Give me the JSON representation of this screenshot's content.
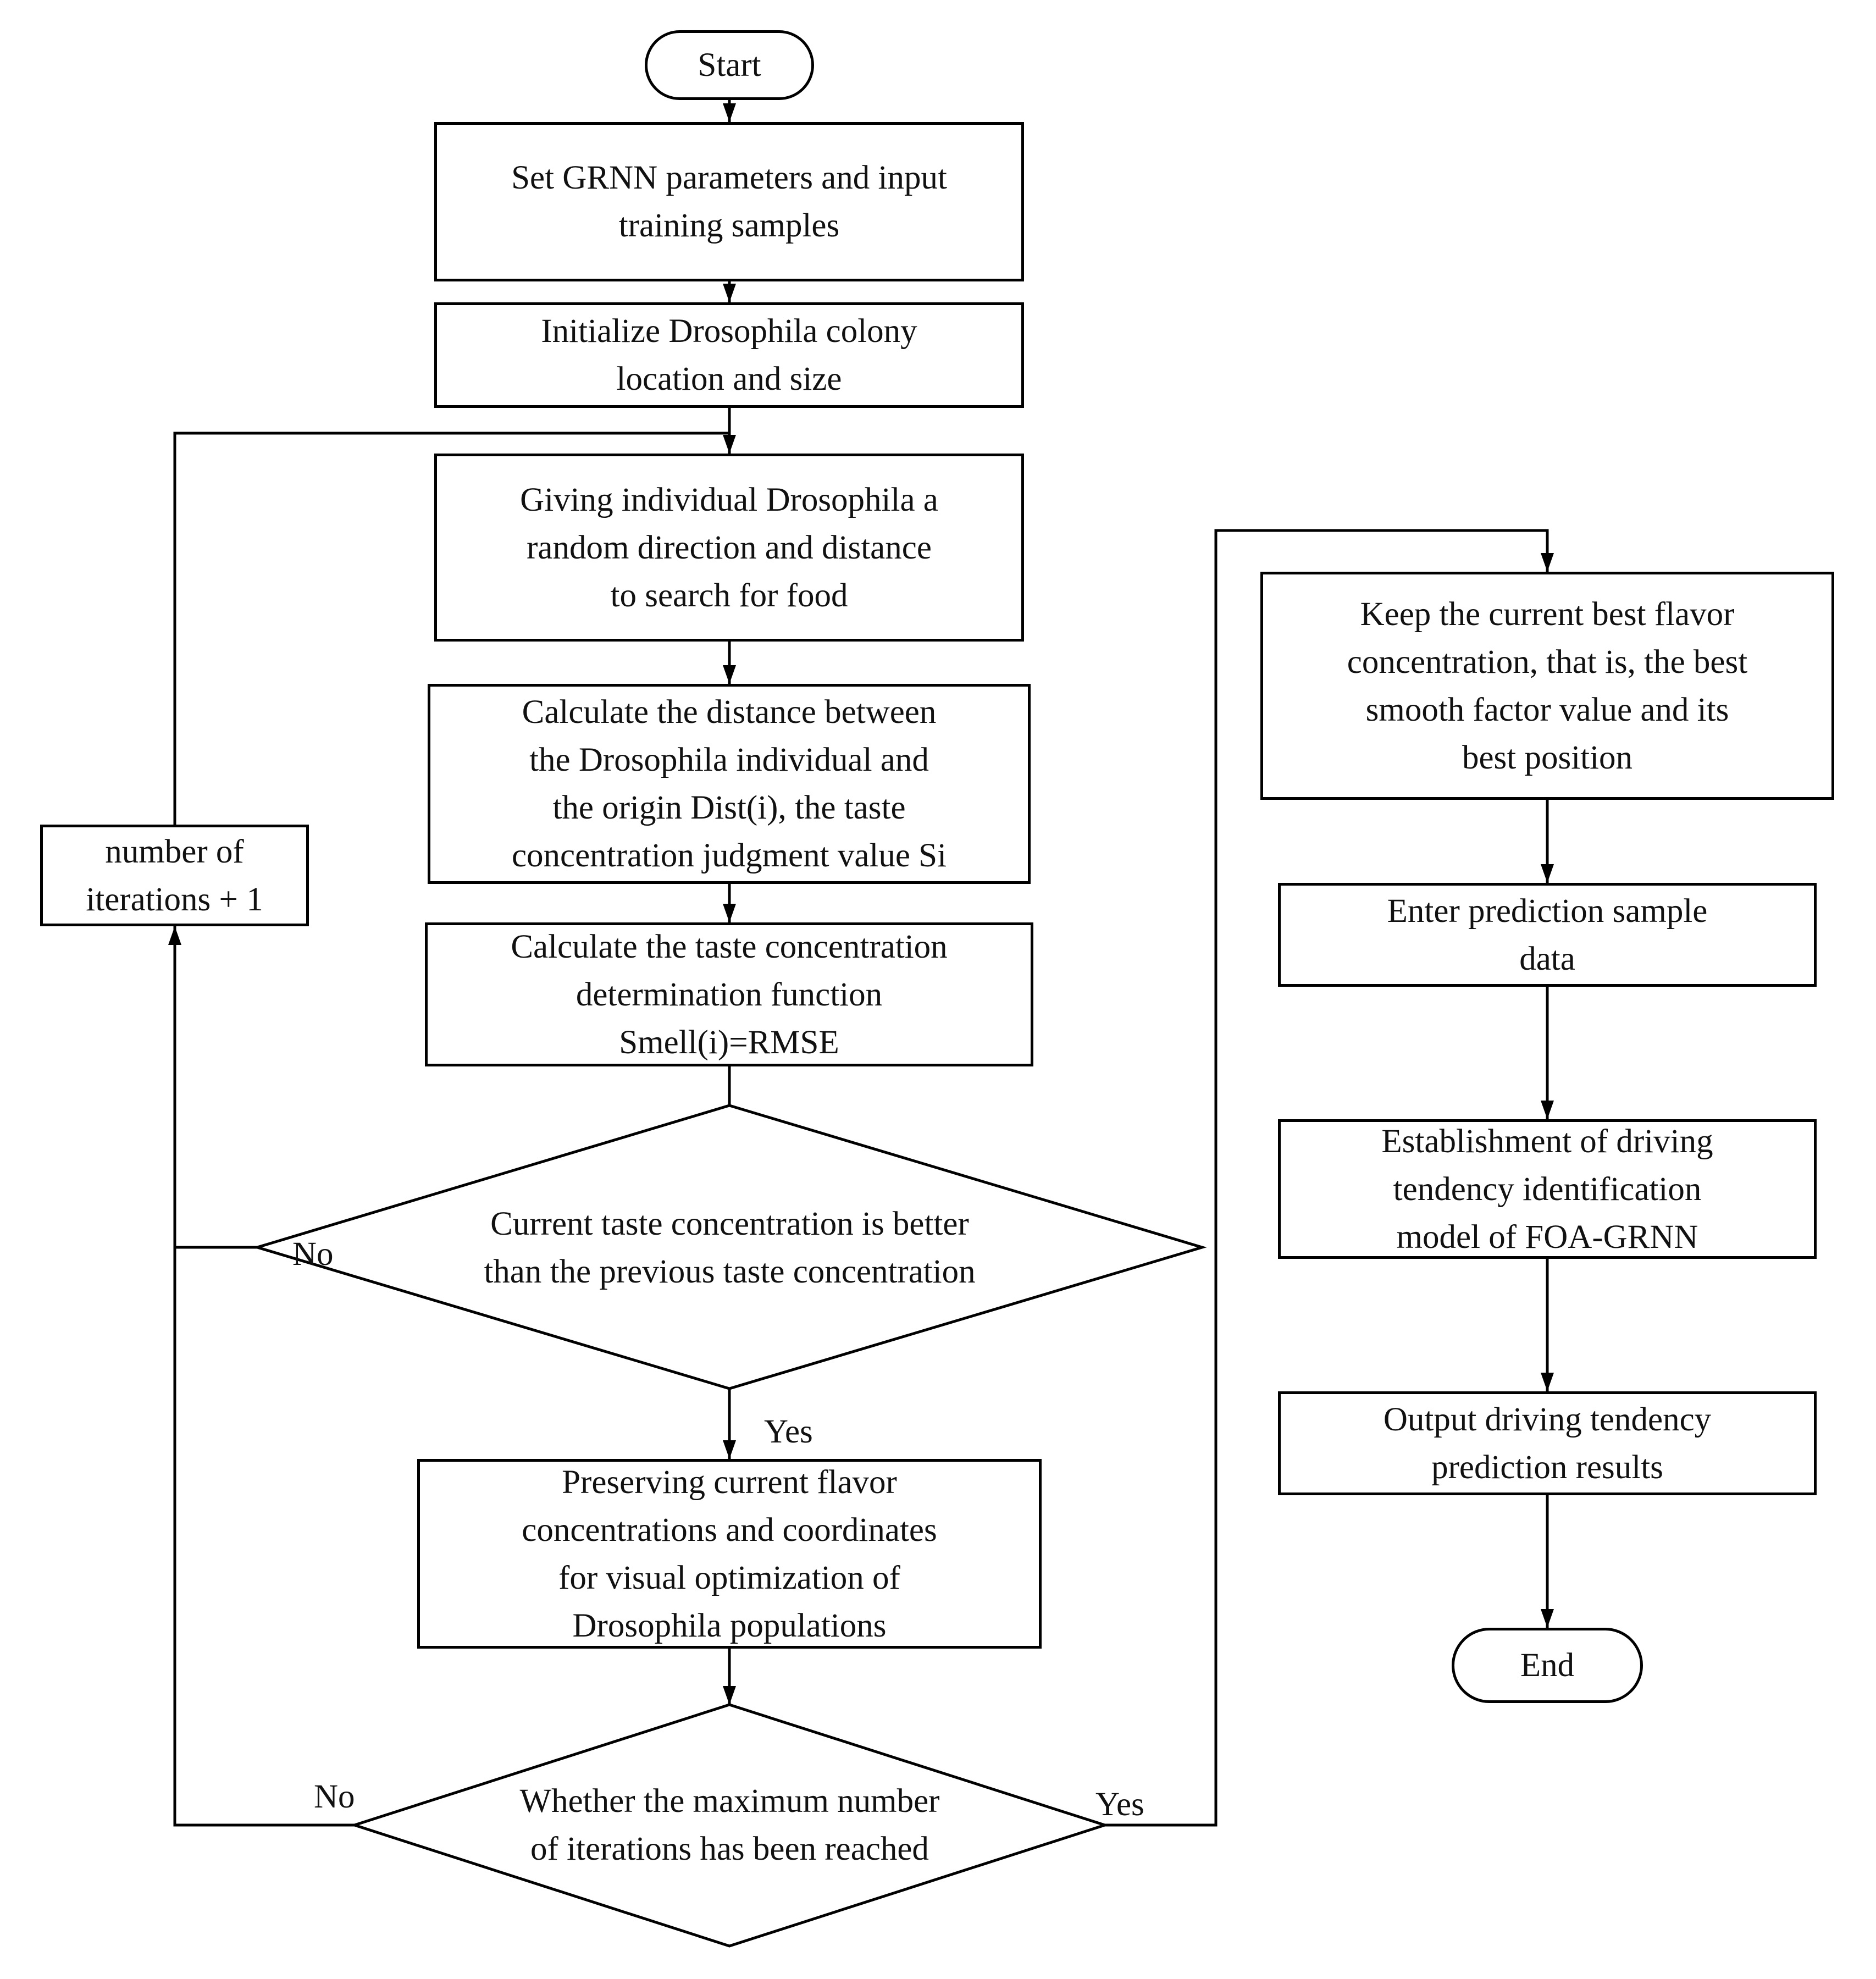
{
  "nodes": {
    "start": "Start",
    "set_params": "Set GRNN parameters and input\ntraining samples",
    "init_colony": "Initialize Drosophila colony\nlocation and size",
    "random_search": "Giving individual Drosophila a\nrandom direction and distance\nto search for food",
    "calc_distance": "Calculate the distance between\nthe Drosophila individual and\nthe origin Dist(i), the taste\nconcentration judgment value Si",
    "calc_taste": "Calculate the taste concentration\ndetermination function\nSmell(i)=RMSE",
    "decision_better": "Current taste concentration is better\nthan the previous taste concentration",
    "preserve": "Preserving current flavor\nconcentrations and coordinates\nfor visual optimization of\nDrosophila populations",
    "decision_max": "Whether the maximum number\nof iterations has been reached",
    "iterations": "number of\niterations + 1",
    "keep_best": "Keep the current best flavor\nconcentration, that is, the best\nsmooth factor value and its\nbest position",
    "enter_prediction": "Enter prediction sample\ndata",
    "establish_model": "Establishment of driving\ntendency identification\nmodel of FOA-GRNN",
    "output_results": "Output driving tendency\nprediction results",
    "end": "End"
  },
  "edge_labels": {
    "no_better": "No",
    "yes_better": "Yes",
    "no_max": "No",
    "yes_max": "Yes"
  },
  "style": {
    "stroke": "#000000",
    "fill": "#ffffff",
    "text": "#111111"
  }
}
